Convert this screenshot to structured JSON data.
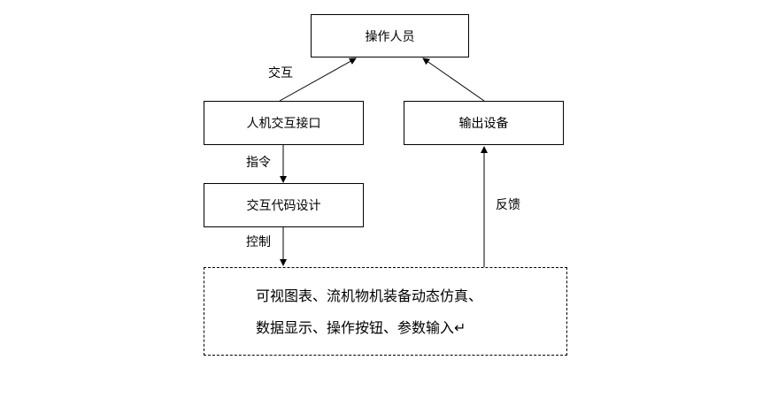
{
  "nodes": {
    "operator": "操作人员",
    "hmi": "人机交互接口",
    "output_device": "输出设备",
    "code_design": "交互代码设计"
  },
  "edge_labels": {
    "interact": "交互",
    "command": "指令",
    "control": "控制",
    "feedback": "反馈"
  },
  "display_box": {
    "line1": "可视图表、流机物机装备动态仿真、",
    "line2": "数据显示、操作按钮、参数输入↵"
  }
}
